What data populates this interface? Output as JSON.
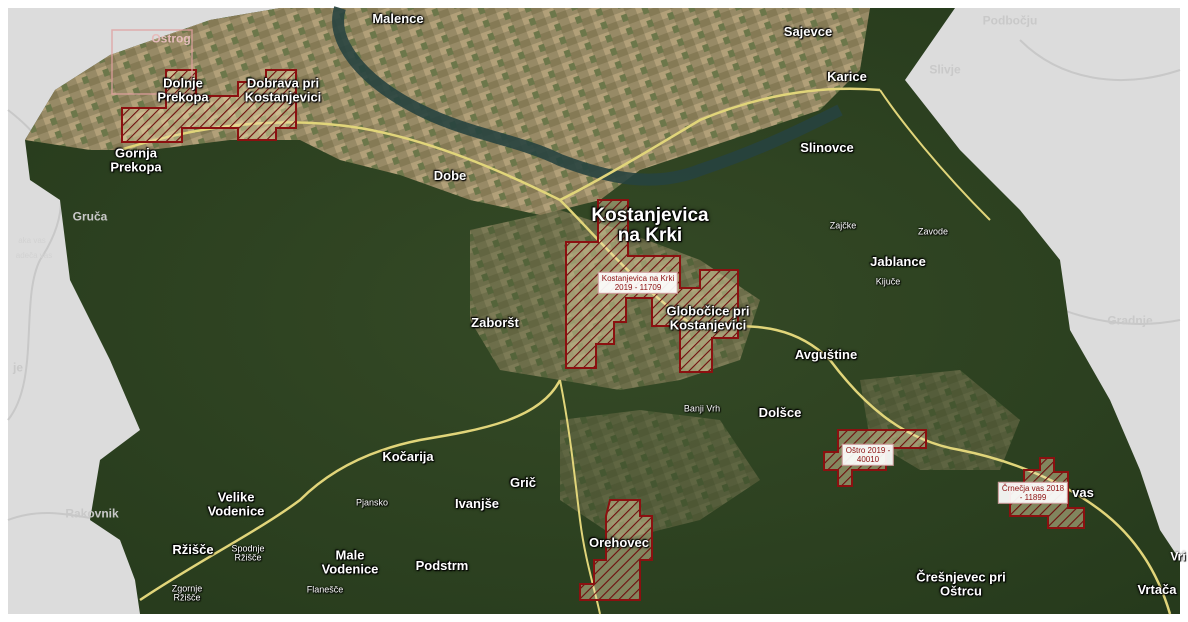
{
  "map": {
    "places_main": [
      {
        "id": "malence",
        "text": "Malence"
      },
      {
        "id": "sajevce",
        "text": "Sajevce"
      },
      {
        "id": "karice",
        "text": "Karice"
      },
      {
        "id": "dolnje-prekopa",
        "text": "Dolnje\nPrekopa"
      },
      {
        "id": "dobrava",
        "text": "Dobrava pri\nKostanjevici"
      },
      {
        "id": "gornja-prekopa",
        "text": "Gornja\nPrekopa"
      },
      {
        "id": "dobe",
        "text": "Dobe"
      },
      {
        "id": "slinovce",
        "text": "Slinovce"
      },
      {
        "id": "kostanjevica",
        "text": "Kostanjevica\nna Krki"
      },
      {
        "id": "jablance",
        "text": "Jablance"
      },
      {
        "id": "zaborst",
        "text": "Zaboršt"
      },
      {
        "id": "globocice",
        "text": "Globočice pri\nKostanjevici"
      },
      {
        "id": "avgustine",
        "text": "Avguštine"
      },
      {
        "id": "dolsce",
        "text": "Dolšce"
      },
      {
        "id": "kocarija",
        "text": "Kočarija"
      },
      {
        "id": "gric",
        "text": "Grič"
      },
      {
        "id": "ivanjse",
        "text": "Ivanjše"
      },
      {
        "id": "velike-vodenice",
        "text": "Velike\nVodenice"
      },
      {
        "id": "orehovec",
        "text": "Orehovec"
      },
      {
        "id": "male-vodenice",
        "text": "Male\nVodenice"
      },
      {
        "id": "podstrm",
        "text": "Podstrm"
      },
      {
        "id": "rzisce",
        "text": "Ržišče"
      },
      {
        "id": "cresnjevec",
        "text": "Črešnjevec pri\nOštrcu"
      },
      {
        "id": "vrtaca",
        "text": "Vrtača"
      },
      {
        "id": "vas",
        "text": "vas"
      }
    ],
    "places_small": [
      {
        "id": "zajcke",
        "text": "Zajčke"
      },
      {
        "id": "zavode",
        "text": "Zavode"
      },
      {
        "id": "kijuce",
        "text": "Kijuče"
      },
      {
        "id": "banji-vrh",
        "text": "Banji Vrh"
      },
      {
        "id": "pjansko",
        "text": "Pjansko"
      },
      {
        "id": "spodnje-rzisce",
        "text": "Spodnje\nRžišče"
      },
      {
        "id": "zgornje-rzisce",
        "text": "Zgornje\nRžišče"
      },
      {
        "id": "flanesce",
        "text": "Flanešče"
      }
    ],
    "places_faded": [
      {
        "id": "ostrog",
        "text": "Ostrog"
      },
      {
        "id": "podbocju",
        "text": "Podbočju"
      },
      {
        "id": "slivje",
        "text": "Slivje"
      },
      {
        "id": "gruca",
        "text": "Gruča"
      },
      {
        "id": "jaka-vas",
        "text": "aka vas"
      },
      {
        "id": "gadeca-vas",
        "text": "adeča vas"
      },
      {
        "id": "gradnje",
        "text": "Gradnje"
      },
      {
        "id": "je",
        "text": "je"
      },
      {
        "id": "rakovnik",
        "text": "Rakovnik"
      }
    ],
    "edge_labels": [
      {
        "id": "vri",
        "text": "Vri"
      }
    ],
    "zones": [
      {
        "id": "kostanjevica-zone",
        "text": "Kostanjevica na Krki\n2019 - 11709"
      },
      {
        "id": "ostro-zone",
        "text": "Oštro 2019 -\n40010"
      },
      {
        "id": "crnecja-zone",
        "text": "Črnečja vas 2018\n- 11899"
      }
    ]
  }
}
